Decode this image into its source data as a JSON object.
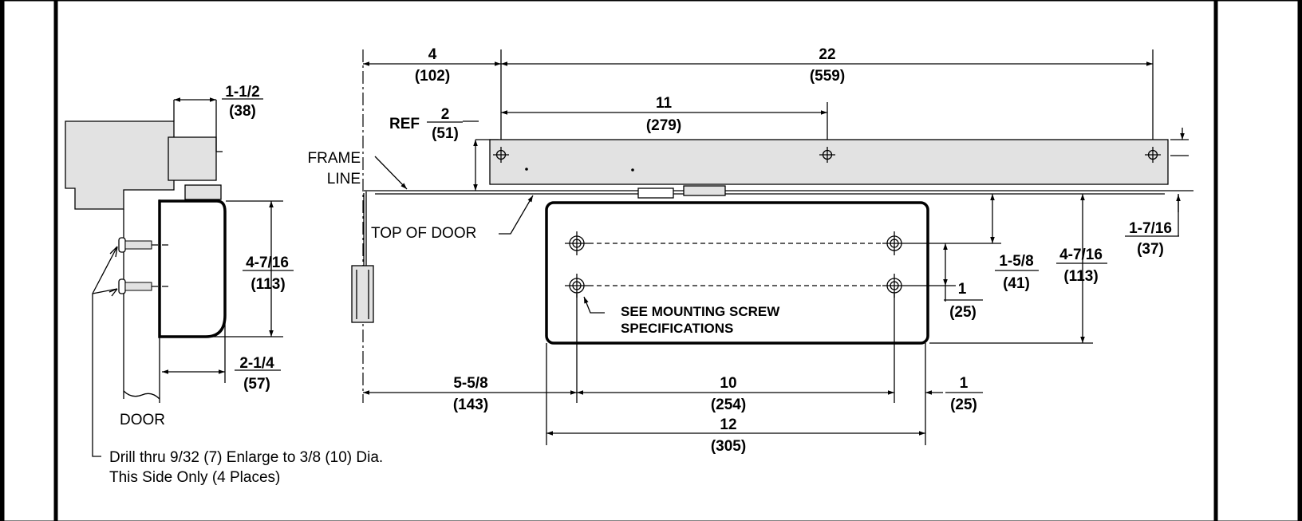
{
  "side_view": {
    "dim_top": {
      "value": "1-1/2",
      "metric": "(38)"
    },
    "dim_height": {
      "value": "4-7/16",
      "metric": "(113)"
    },
    "dim_depth": {
      "value": "2-1/4",
      "metric": "(57)"
    },
    "door_label": "DOOR",
    "drill_note": [
      "Drill thru 9/32 (7) Enlarge to 3/8 (10) Dia.",
      "This Side Only (4 Places)"
    ]
  },
  "front_view": {
    "dim_4": {
      "value": "4",
      "metric": "(102)"
    },
    "dim_22": {
      "value": "22",
      "metric": "(559)"
    },
    "dim_11": {
      "value": "11",
      "metric": "(279)"
    },
    "ref": {
      "prefix": "REF",
      "value": "2",
      "metric": "(51)"
    },
    "frame_line": [
      "FRAME",
      "LINE"
    ],
    "top_of_door": "TOP OF DOOR",
    "dim_1_5_8": {
      "value": "1-5/8",
      "metric": "(41)"
    },
    "dim_4_7_16": {
      "value": "4-7/16",
      "metric": "(113)"
    },
    "dim_1_7_16": {
      "value": "1-7/16",
      "metric": "(37)"
    },
    "dim_1_right": {
      "value": "1",
      "metric": "(25)"
    },
    "screw_note": [
      "SEE MOUNTING SCREW",
      "SPECIFICATIONS"
    ],
    "dim_5_5_8": {
      "value": "5-5/8",
      "metric": "(143)"
    },
    "dim_10": {
      "value": "10",
      "metric": "(254)"
    },
    "dim_1_bottom": {
      "value": "1",
      "metric": "(25)"
    },
    "dim_12": {
      "value": "12",
      "metric": "(305)"
    }
  }
}
